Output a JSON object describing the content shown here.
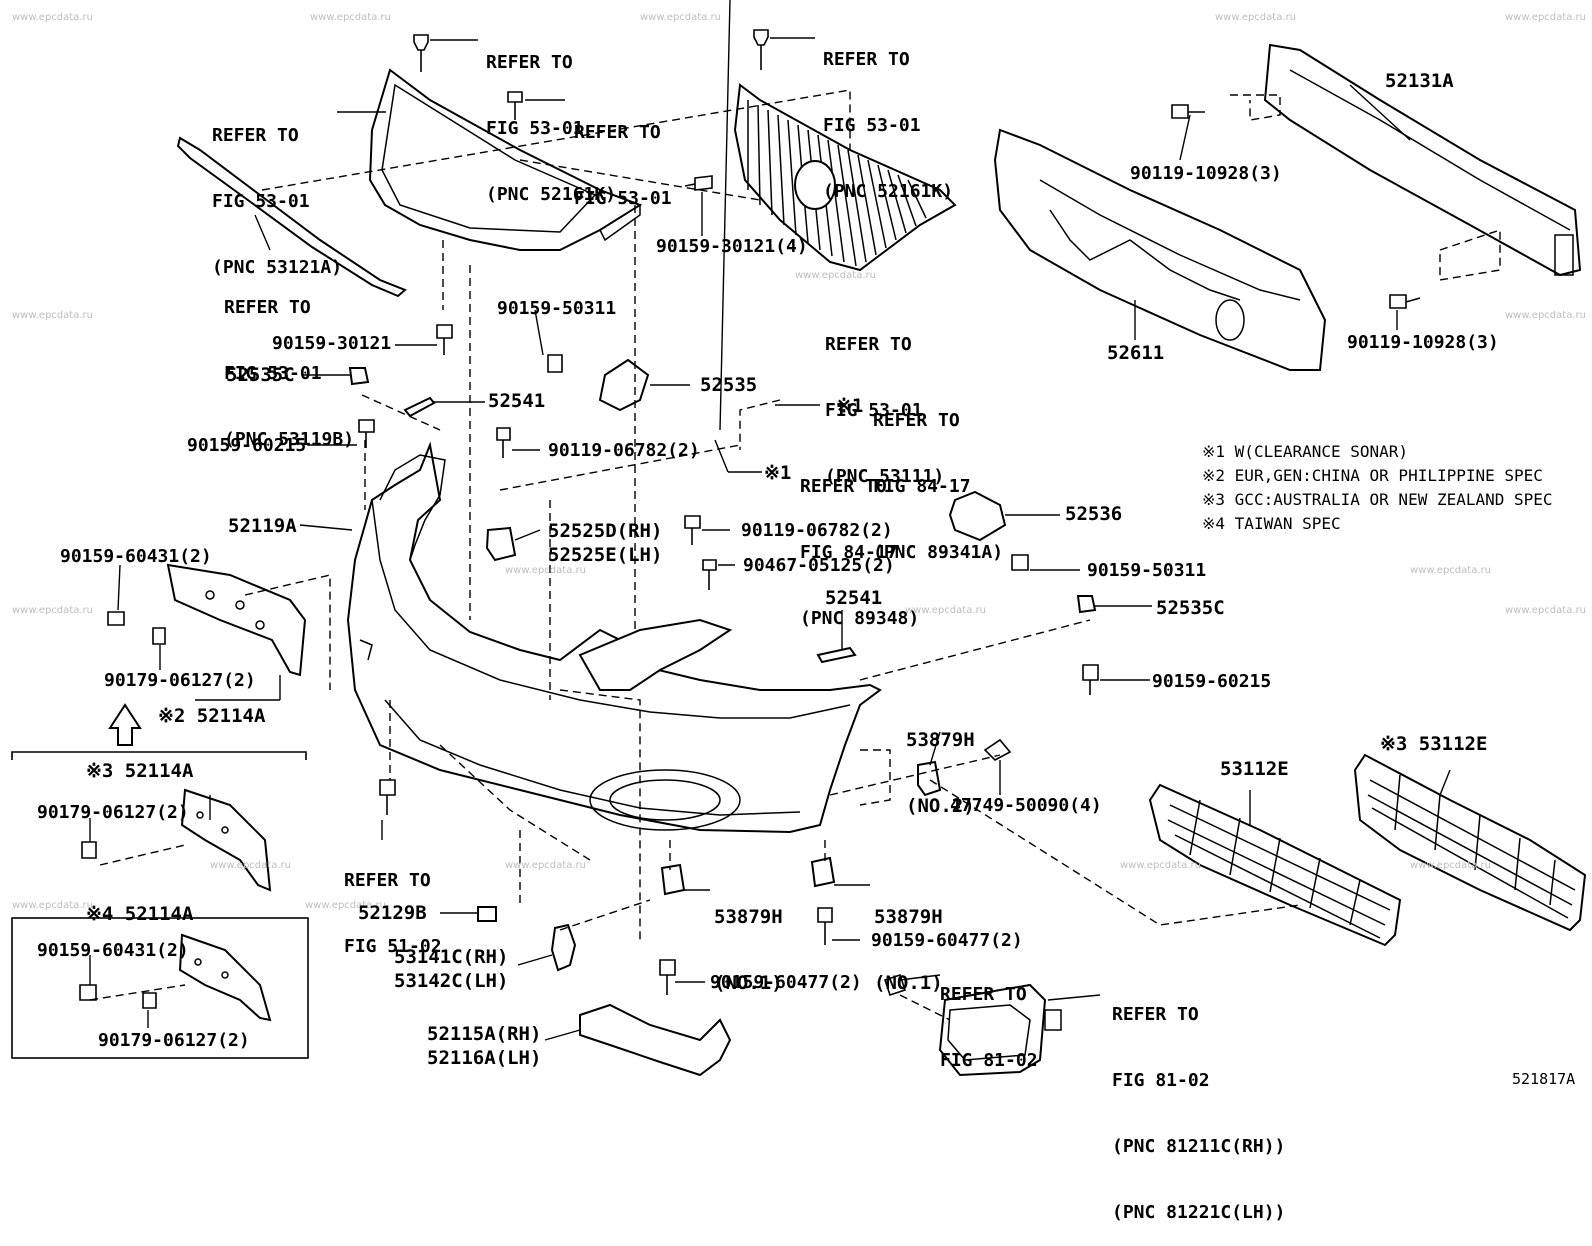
{
  "diagram": {
    "code": "521817A",
    "watermark": "www.epcdata.ru",
    "notes": [
      "※1 W(CLEARANCE SONAR)",
      "※2 EUR,GEN:CHINA OR PHILIPPINE SPEC",
      "※3 GCC:AUSTRALIA OR NEW ZEALAND SPEC",
      "※4 TAIWAN SPEC"
    ],
    "labels": {
      "ref_53121a": [
        "REFER TO",
        "FIG 53-01",
        "(PNC 53121A)"
      ],
      "ref_52161k_a": [
        "REFER TO",
        "FIG 53-01",
        "(PNC 52161K)"
      ],
      "ref_53_01": [
        "REFER TO",
        "FIG 53-01"
      ],
      "ref_52161k_b": [
        "REFER TO",
        "FIG 53-01",
        "(PNC 52161K)"
      ],
      "ref_53119b": [
        "REFER TO",
        "FIG 53-01",
        "(PNC 53119B)"
      ],
      "ref_53111": [
        "REFER TO",
        "FIG 53-01",
        "(PNC 53111)"
      ],
      "ref_89341a": [
        "REFER TO",
        "FIG 84-17",
        "(PNC 89341A)"
      ],
      "ref_89348": [
        "REFER TO",
        "FIG 84-17",
        "(PNC 89348)"
      ],
      "ref_51_02": [
        "REFER TO",
        "FIG 51-02"
      ],
      "ref_81_02_a": [
        "REFER TO",
        "FIG 81-02"
      ],
      "ref_81_02_b": [
        "REFER TO",
        "FIG 81-02",
        "(PNC 81211C(RH))",
        "(PNC 81221C(LH))"
      ],
      "p_52131a": "52131A",
      "p_90119_10928_a": "90119-10928(3)",
      "p_90119_10928_b": "90119-10928(3)",
      "p_52611": "52611",
      "p_90159_30121_4": "90159-30121(4)",
      "p_90159_30121": "90159-30121",
      "p_90159_50311_a": "90159-50311",
      "p_52535c_a": "52535C",
      "p_52535": "52535",
      "p_52541_a": "52541",
      "x1_a": "※1",
      "x1_b": "※1",
      "p_90159_60215_a": "90159-60215",
      "p_90119_06782_a": "90119-06782(2)",
      "p_52119a": "52119A",
      "p_52525d": "52525D(RH)",
      "p_52525e": "52525E(LH)",
      "p_90119_06782_b": "90119-06782(2)",
      "p_52536": "52536",
      "p_90159_60431_a": "90159-60431(2)",
      "p_90467_05125": "90467-05125(2)",
      "p_90159_50311_b": "90159-50311",
      "p_52541_b": "52541",
      "p_52535c_b": "52535C",
      "p_90179_06127_a": "90179-06127(2)",
      "p_52114a_2": "※2 52114A",
      "p_90159_60215_b": "90159-60215",
      "p_53879h_no2": [
        "53879H",
        "(NO.2)"
      ],
      "p_52114a_3": "※3 52114A",
      "p_90179_06127_b": "90179-06127(2)",
      "p_47749_50090": "47749-50090(4)",
      "p_53112e": "53112E",
      "p_53112e_3": "※3 53112E",
      "p_53879h_no1_a": [
        "53879H",
        "(NO.1)"
      ],
      "p_53879h_no1_b": [
        "53879H",
        "(NO.1)"
      ],
      "p_52129b": "52129B",
      "p_52114a_4": "※4 52114A",
      "p_90159_60431_b": "90159-60431(2)",
      "p_90159_60477_a": "90159-60477(2)",
      "p_90159_60477_b": "90159-60477(2)",
      "p_53141c": "53141C(RH)",
      "p_53142c": "53142C(LH)",
      "p_52115a": "52115A(RH)",
      "p_52116a": "52116A(LH)",
      "p_90179_06127_c": "90179-06127(2)"
    }
  }
}
